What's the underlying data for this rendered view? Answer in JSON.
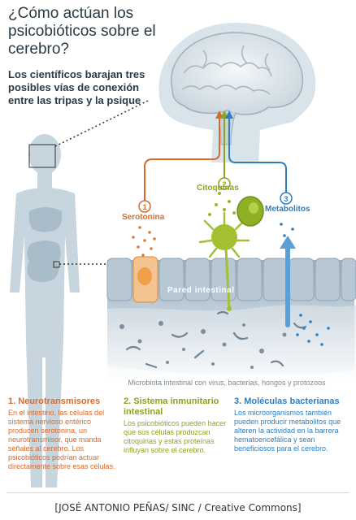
{
  "header": {
    "title": "¿Cómo actúan los psicobióticos sobre el cerebro?",
    "subtitle": "Los científicos barajan tres posibles vías de conexión entre las tripas y la psique"
  },
  "labels": {
    "serotonina": "Serotonina",
    "citoquinas": "Citoquinas",
    "metabolitos": "Metabolitos",
    "pared_intestinal": "Pared intestinal",
    "microbiota": "Microbiota intestinal con virus, bacterias, hongos y protozoos"
  },
  "markers": [
    "1",
    "2",
    "3"
  ],
  "colors": {
    "serotonin": "#d96a2b",
    "immune": "#8aa51f",
    "bacterial": "#2f7fbf",
    "text": "#2a3a44",
    "silhouette": "#bfcfd9",
    "cells": "#aebfcd"
  },
  "pathways": [
    {
      "title": "1. Neurotransmisores",
      "text": "En el intestino, las células del sistema nervioso entérico producen serotonina, un neurotransmisor, que manda señales al cerebro. Los psicobióticos podrían actuar directamente sobre esas células."
    },
    {
      "title": "2. Sistema inmunitario intestinal",
      "text": "Los psicobióticos pueden hacer que sus células produzcan citoquinas y estas proteínas influyan sobre el cerebro."
    },
    {
      "title": "3. Moléculas bacterianas",
      "text": "Los microorganismos también pueden producir metabolitos que alteren la actividad en la barrera hematoencefálica y sean beneficiosos para el cerebro."
    }
  ],
  "credit": "[JOSÉ ANTONIO PEÑAS/ SINC / Creative Commons]"
}
